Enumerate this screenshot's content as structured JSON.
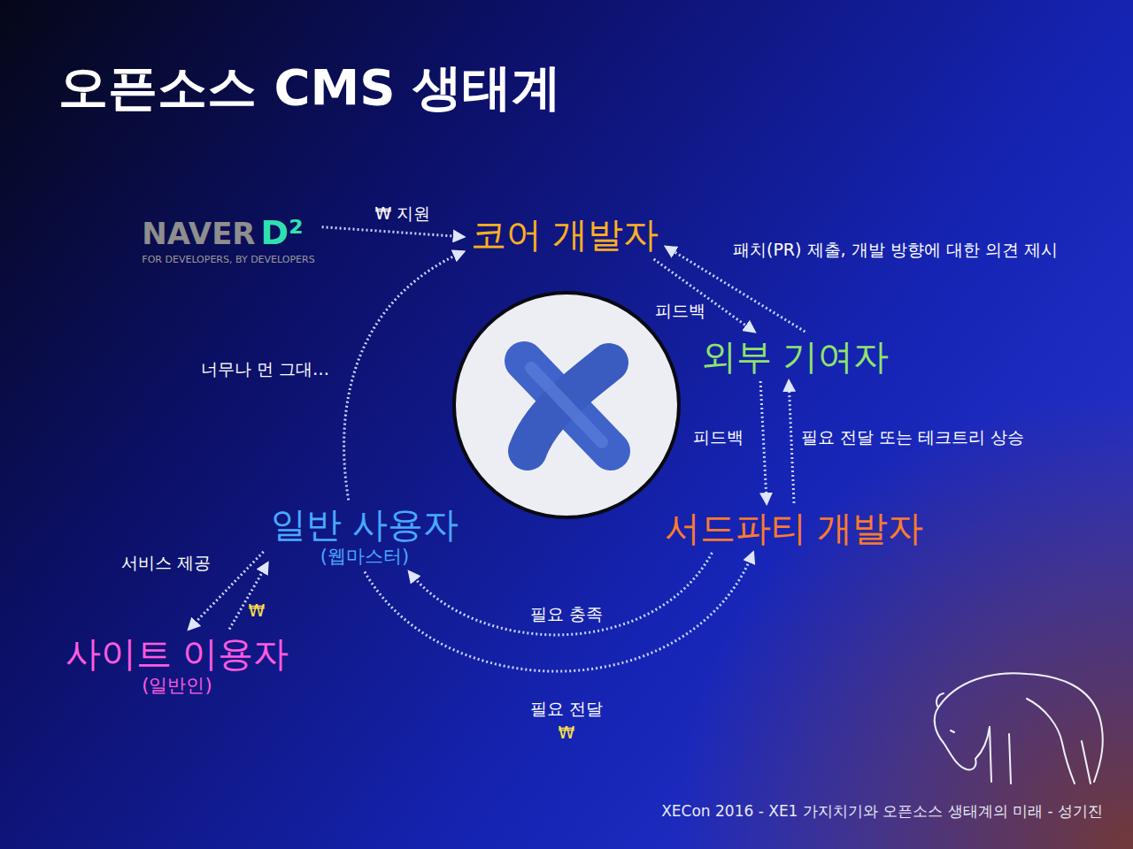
{
  "diagram": {
    "title": "오픈소스 CMS 생태계",
    "nodes": [
      {
        "text": [
          "NAVER",
          "D²",
          "FOR DEVELOPERS, BY DEVELOPERS"
        ]
      },
      {
        "text": [
          "코어 개발자"
        ]
      },
      {
        "text": [
          "외부 기여자"
        ]
      },
      {
        "text": [
          "서드파티 개발자"
        ]
      },
      {
        "text": [
          "일반 사용자",
          "(웹마스터)"
        ]
      },
      {
        "text": [
          "사이트 이용자",
          "(일반인)"
        ]
      }
    ],
    "edges": [
      {
        "from": 0,
        "to": 1,
        "label": "₩ 지원",
        "arrow": "to"
      },
      {
        "from": 1,
        "to": 2,
        "label": "피드백",
        "arrow": "to"
      },
      {
        "from": 2,
        "to": 1,
        "label": "패치(PR) 제출, 개발 방향에 대한 의견 제시",
        "arrow": "to"
      },
      {
        "from": 2,
        "to": 3,
        "label": "피드백",
        "arrow": "to"
      },
      {
        "from": 3,
        "to": 2,
        "label": "필요 전달 또는 테크트리 상승",
        "arrow": "to"
      },
      {
        "from": 4,
        "to": 1,
        "label": "너무나 먼 그대…",
        "arrow": "to"
      },
      {
        "from": 4,
        "to": 5,
        "label": "서비스 제공",
        "arrow": "to"
      },
      {
        "from": 5,
        "to": 4,
        "label": "₩",
        "arrow": "to"
      },
      {
        "from": 3,
        "to": 4,
        "label": "필요 충족",
        "arrow": "to"
      },
      {
        "from": 4,
        "to": 3,
        "label": "필요 전달",
        "arrow": "to"
      }
    ],
    "labels": [
      "₩",
      "XECon 2016 - XE1 가지치기와 오픈소스 생태계의 미래 - 성기진"
    ]
  }
}
